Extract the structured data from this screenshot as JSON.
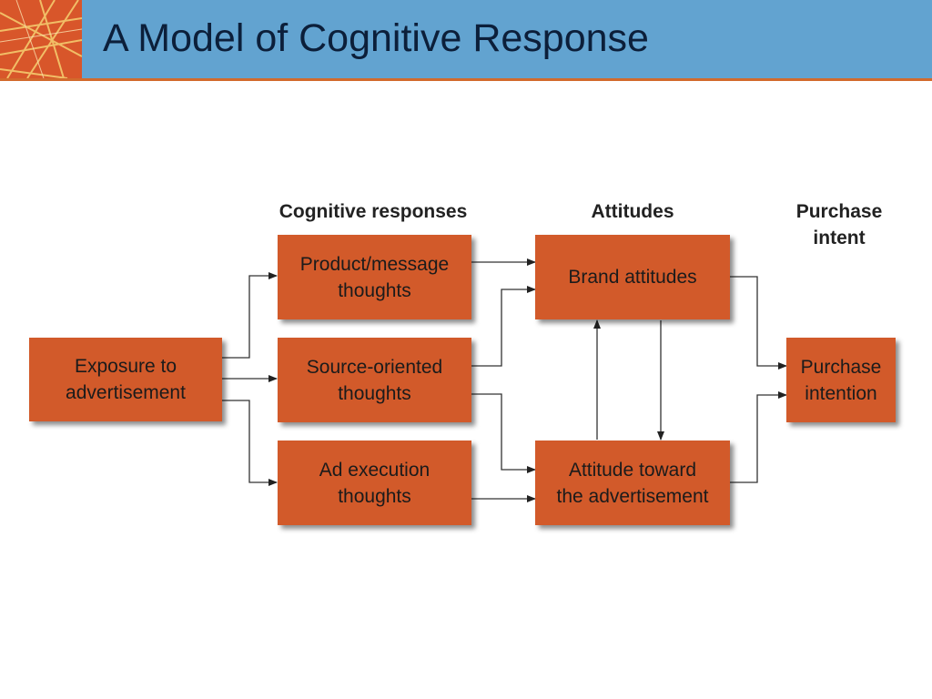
{
  "title": "A Model of Cognitive Response",
  "colors": {
    "header": "#62a3d0",
    "accent": "#d26a2c",
    "box": "#d25a2a",
    "logo": "#d8562a"
  },
  "logo_icon": "starburst-lines-logo",
  "column_headers": {
    "cognitive": "Cognitive responses",
    "attitudes": "Attitudes",
    "purchase": "Purchase\nintent"
  },
  "nodes": {
    "exposure": "Exposure to\nadvertisement",
    "product_message": "Product/message\nthoughts",
    "source_oriented": "Source-oriented\nthoughts",
    "ad_execution": "Ad execution\nthoughts",
    "brand_attitudes": "Brand attitudes",
    "attitude_ad": "Attitude toward\nthe advertisement",
    "purchase_intention": "Purchase\nintention"
  },
  "edges": [
    [
      "exposure",
      "product_message"
    ],
    [
      "exposure",
      "source_oriented"
    ],
    [
      "exposure",
      "ad_execution"
    ],
    [
      "product_message",
      "brand_attitudes"
    ],
    [
      "source_oriented",
      "brand_attitudes"
    ],
    [
      "source_oriented",
      "attitude_ad"
    ],
    [
      "ad_execution",
      "attitude_ad"
    ],
    [
      "attitude_ad",
      "brand_attitudes"
    ],
    [
      "brand_attitudes",
      "attitude_ad"
    ],
    [
      "brand_attitudes",
      "purchase_intention"
    ],
    [
      "attitude_ad",
      "purchase_intention"
    ]
  ]
}
